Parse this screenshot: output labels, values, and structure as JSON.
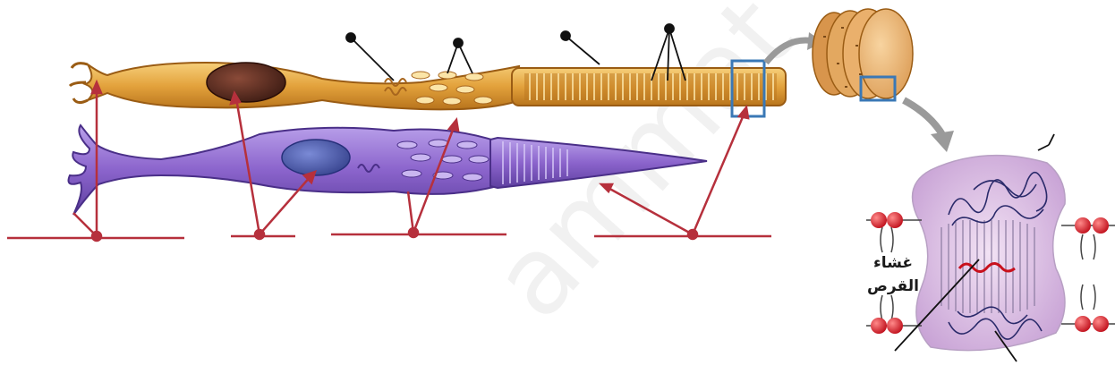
{
  "diagram": {
    "membrane_label": {
      "line1": "غشاء",
      "line2": "القرص"
    },
    "watermark": "ammat",
    "colors": {
      "rod_cell": "#e3a23c",
      "cone_cell": "#8b64cc",
      "pointer_lines": "#b6303c",
      "callout_box": "#3a78b6",
      "disc": "#efba78",
      "membrane_protein": "#e6c8ec",
      "lipid_head": "#dd2233",
      "watermark": "#e8e8e8"
    }
  }
}
